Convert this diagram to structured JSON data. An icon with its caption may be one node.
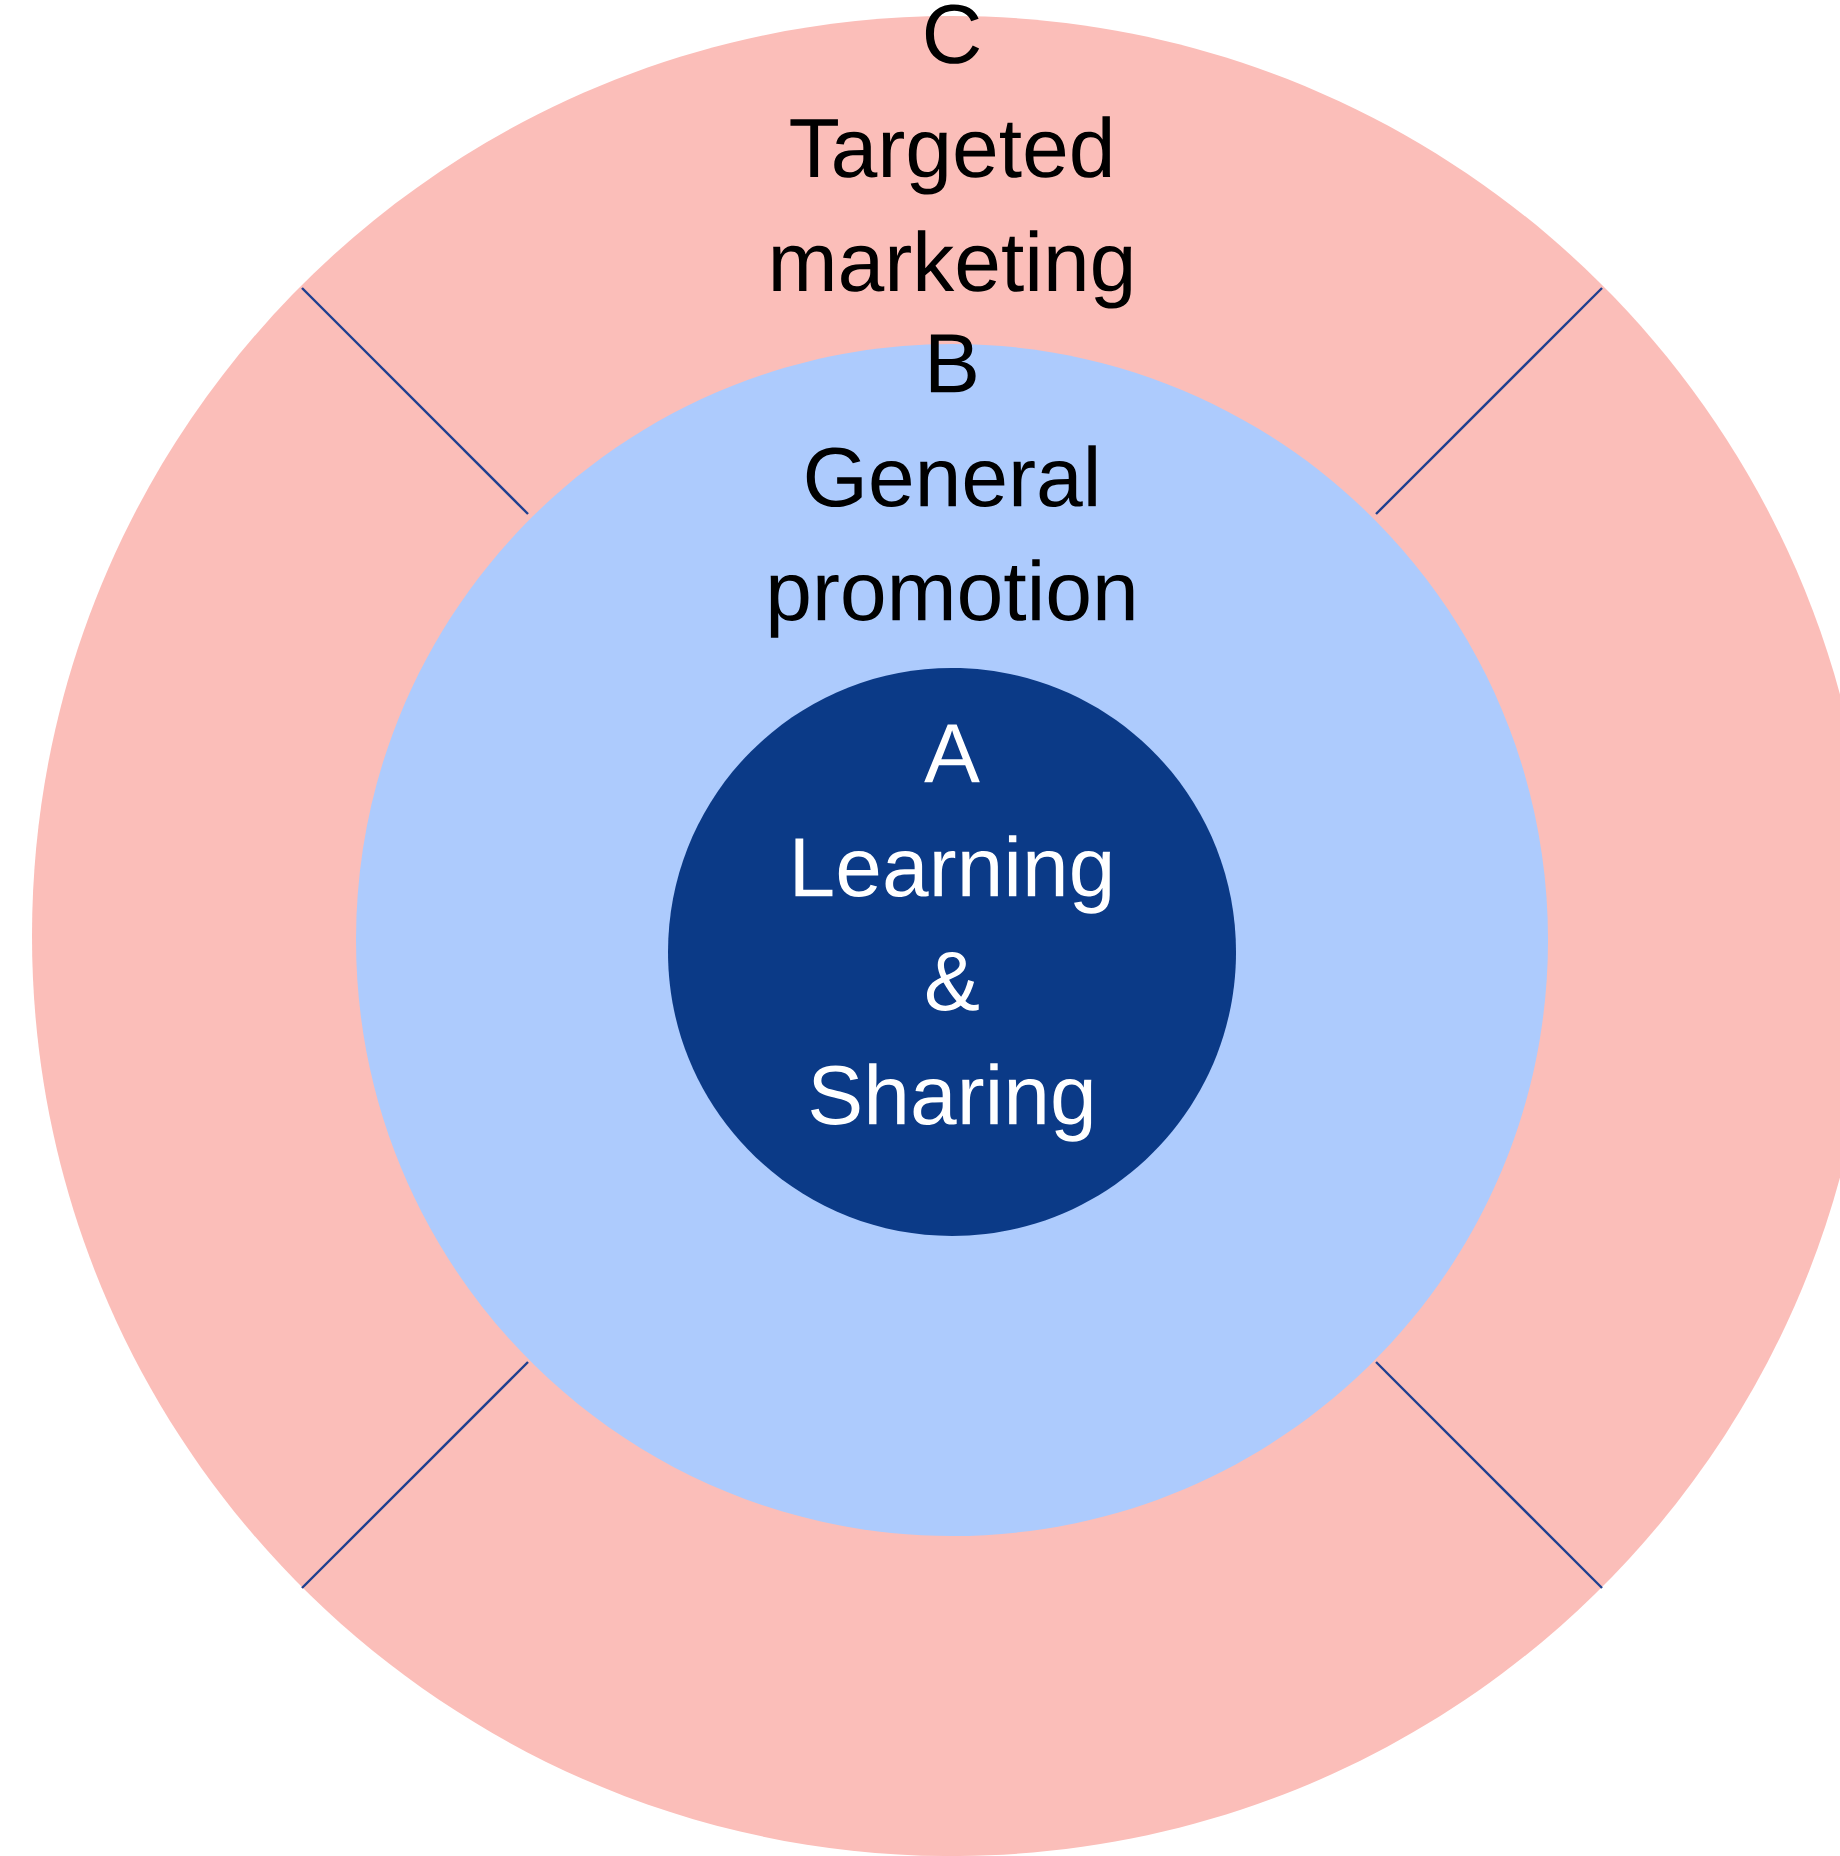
{
  "diagram": {
    "nodes": [
      {
        "text": [
          "C",
          "Targeted marketing"
        ]
      },
      {
        "text": [
          "B",
          "General promotion"
        ],
        "in": 0
      },
      {
        "text": [
          "A",
          "Learning & Sharing"
        ],
        "in": 1
      }
    ]
  }
}
